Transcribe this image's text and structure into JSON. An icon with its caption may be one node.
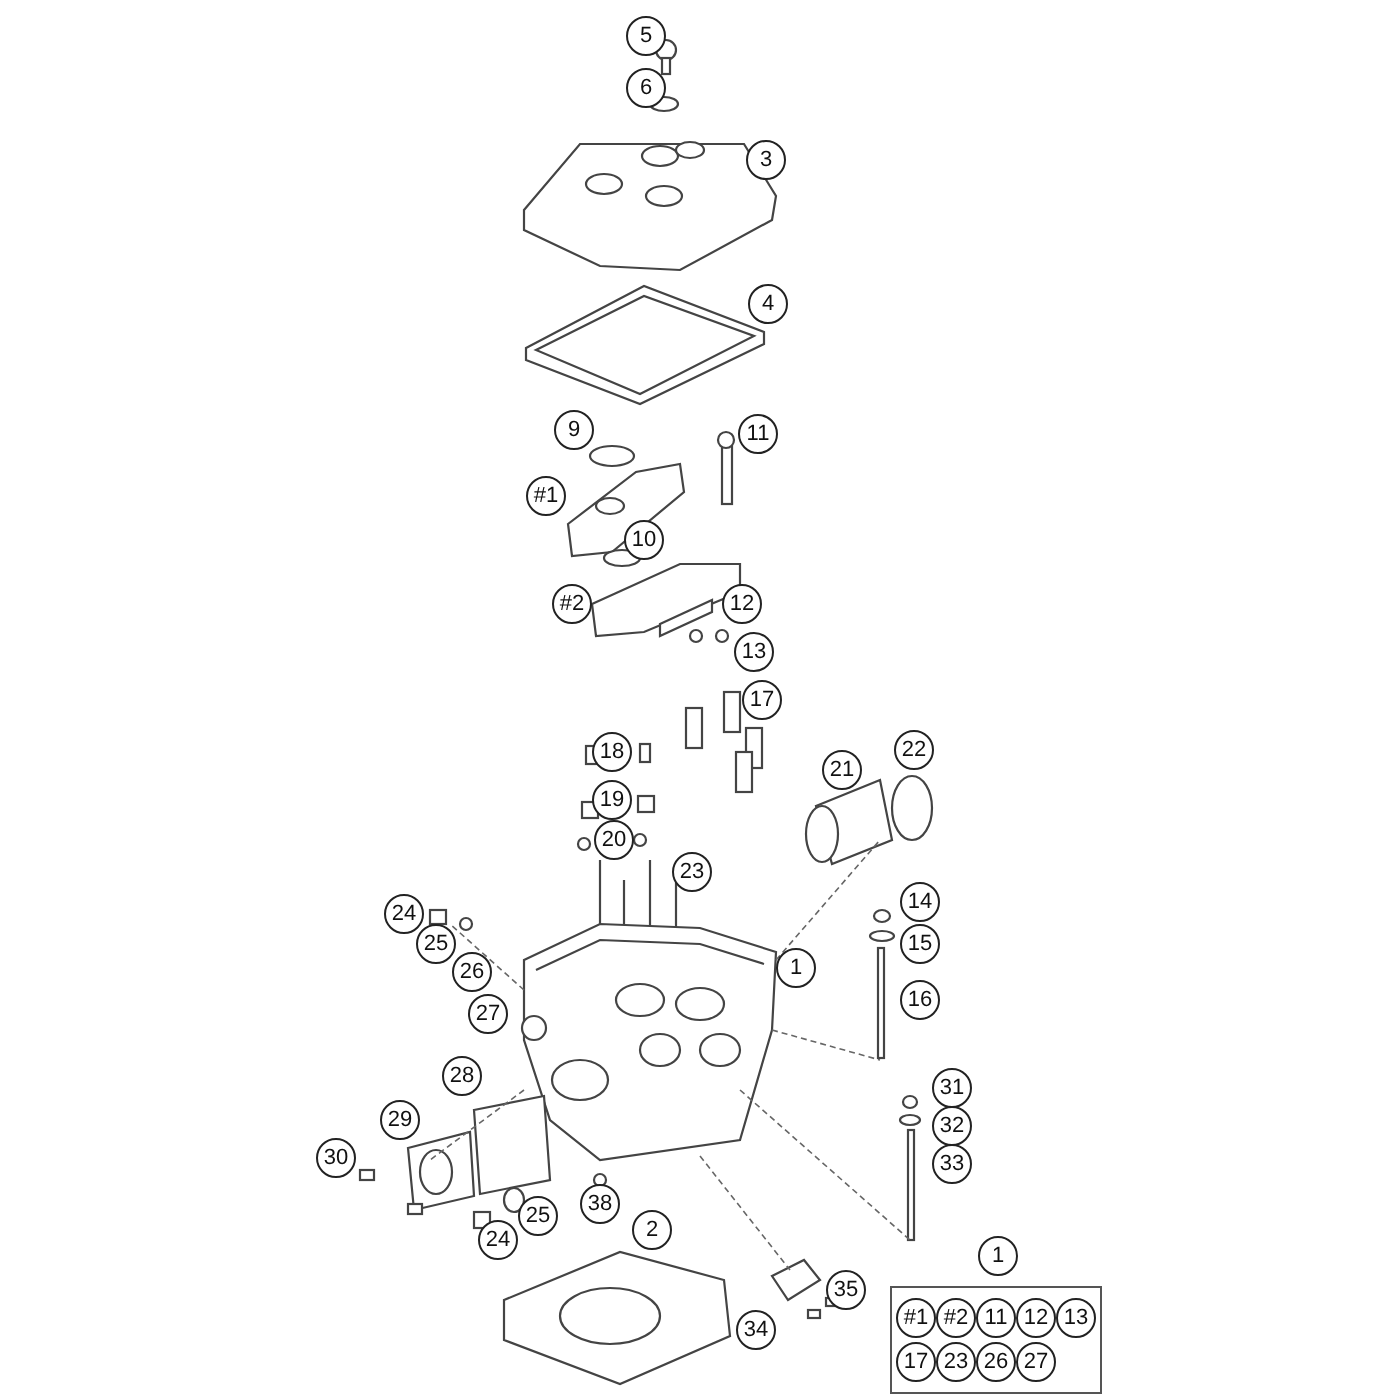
{
  "diagram": {
    "nodes": [
      {
        "text": [
          "1",
          "#1",
          "#2",
          "11",
          "12",
          "13",
          "17",
          "23",
          "26",
          "27"
        ]
      }
    ],
    "labels": [
      "5",
      "6",
      "3",
      "4",
      "9",
      "11",
      "#1",
      "10",
      "#2",
      "12",
      "13",
      "17",
      "18",
      "21",
      "22",
      "19",
      "20",
      "23",
      "24",
      "14",
      "15",
      "25",
      "26",
      "1",
      "16",
      "27",
      "28",
      "31",
      "29",
      "32",
      "33",
      "30",
      "38",
      "25",
      "24",
      "2",
      "35",
      "34"
    ]
  }
}
